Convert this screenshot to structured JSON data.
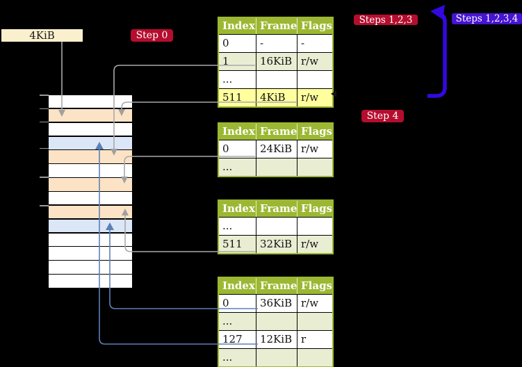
{
  "labels": {
    "frame_size": "4KiB",
    "step0": "Step 0",
    "steps123": "Steps 1,2,3",
    "steps1234": "Steps 1,2,3,4",
    "step4": "Step 4"
  },
  "table_header": [
    "Index",
    "Frame",
    "Flags"
  ],
  "page_tables": [
    {
      "name": "page-table-1",
      "rows": [
        {
          "cells": [
            "0",
            "-",
            "-"
          ],
          "shade": false,
          "highlight": false
        },
        {
          "cells": [
            "1",
            "16KiB",
            "r/w"
          ],
          "shade": true,
          "highlight": false
        },
        {
          "cells": [
            "...",
            "",
            ""
          ],
          "shade": false,
          "highlight": false
        },
        {
          "cells": [
            "511",
            "4KiB",
            "r/w"
          ],
          "shade": true,
          "highlight": true
        }
      ]
    },
    {
      "name": "page-table-2",
      "rows": [
        {
          "cells": [
            "0",
            "24KiB",
            "r/w"
          ],
          "shade": false,
          "highlight": false
        },
        {
          "cells": [
            "...",
            "",
            ""
          ],
          "shade": true,
          "highlight": false
        }
      ]
    },
    {
      "name": "page-table-3",
      "rows": [
        {
          "cells": [
            "...",
            "",
            ""
          ],
          "shade": false,
          "highlight": false
        },
        {
          "cells": [
            "511",
            "32KiB",
            "r/w"
          ],
          "shade": true,
          "highlight": false
        }
      ]
    },
    {
      "name": "page-table-4",
      "rows": [
        {
          "cells": [
            "0",
            "36KiB",
            "r/w"
          ],
          "shade": false,
          "highlight": false
        },
        {
          "cells": [
            "...",
            "",
            ""
          ],
          "shade": true,
          "highlight": false
        },
        {
          "cells": [
            "127",
            "12KiB",
            "r"
          ],
          "shade": false,
          "highlight": false
        },
        {
          "cells": [
            "...",
            "",
            ""
          ],
          "shade": true,
          "highlight": false
        }
      ]
    }
  ],
  "memory_column": {
    "rows": [
      "plain",
      "frame-orange",
      "plain",
      "frame-blue",
      "frame-orange",
      "plain",
      "frame-orange",
      "plain",
      "frame-orange",
      "frame-blue",
      "plain",
      "plain",
      "plain",
      "plain"
    ],
    "tick_count": 6
  },
  "colors": {
    "background": "#000000",
    "crimson": "#b50d2e",
    "violet_box": "#4614d2",
    "violet_arrow": "#3408e0",
    "olive": "#9cb832",
    "light_green": "#e9eed3",
    "cream": "#fbf0cd",
    "highlight_yellow": "#ffff9e",
    "frame_orange": "#fde3c6",
    "frame_blue": "#dbe6f6",
    "arrow_gray": "#a9a9a9",
    "arrow_blue": "#5b80b8"
  }
}
